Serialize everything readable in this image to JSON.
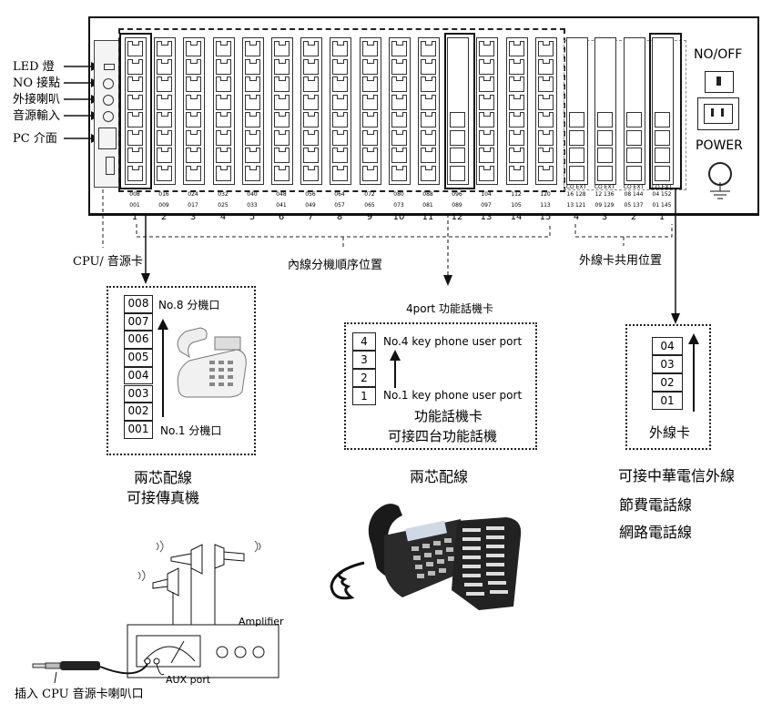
{
  "left_labels": [
    "LED 燈",
    "NO 接點",
    "外接喇叭",
    "音源輸入",
    "PC 介面"
  ],
  "power": {
    "switch_label": "NO/OFF",
    "power_label": "POWER"
  },
  "card_columns": [
    {
      "top": "008",
      "bottom": "001",
      "num": "1"
    },
    {
      "top": "016",
      "bottom": "009",
      "num": "2"
    },
    {
      "top": "024",
      "bottom": "017",
      "num": "3"
    },
    {
      "top": "032",
      "bottom": "025",
      "num": "4"
    },
    {
      "top": "040",
      "bottom": "033",
      "num": "5"
    },
    {
      "top": "048",
      "bottom": "041",
      "num": "6"
    },
    {
      "top": "056",
      "bottom": "049",
      "num": "7"
    },
    {
      "top": "064",
      "bottom": "057",
      "num": "8"
    },
    {
      "top": "072",
      "bottom": "065",
      "num": "9"
    },
    {
      "top": "080",
      "bottom": "073",
      "num": "10"
    },
    {
      "top": "088",
      "bottom": "081",
      "num": "11"
    },
    {
      "top": "096",
      "bottom": "089",
      "num": "12"
    },
    {
      "top": "104",
      "bottom": "097",
      "num": "13"
    },
    {
      "top": "112",
      "bottom": "105",
      "num": "14"
    },
    {
      "top": "120",
      "bottom": "113",
      "num": "15"
    }
  ],
  "ext_columns": [
    {
      "head": "CO EXT",
      "top": "16 128",
      "bottom": "13 121",
      "num": "4"
    },
    {
      "head": "CO EXT",
      "top": "12 136",
      "bottom": "09 129",
      "num": "3"
    },
    {
      "head": "CO EXT",
      "top": "08 144",
      "bottom": "05 137",
      "num": "2"
    },
    {
      "head": "CO EXT",
      "top": "04 152",
      "bottom": "01 145",
      "num": "1"
    }
  ],
  "labels": {
    "cpu": "CPU/ 音源卡",
    "internal_order": "內線分機順序位置",
    "external_shared": "外線卡共用位置",
    "four_port": "4port 功能話機卡"
  },
  "box_left": {
    "ports": [
      "008",
      "007",
      "006",
      "005",
      "004",
      "003",
      "002",
      "001"
    ],
    "top_note": "No.8 分機口",
    "bottom_note": "No.1 分機口"
  },
  "box_mid": {
    "ports": [
      "4",
      "3",
      "2",
      "1"
    ],
    "top_note": "No.4 key phone user port",
    "bottom_note": "No.1 key phone user port",
    "line1": "功能話機卡",
    "line2": "可接四台功能話機"
  },
  "box_right": {
    "ports": [
      "04",
      "03",
      "02",
      "01"
    ],
    "title": "外線卡"
  },
  "captions": {
    "left1": "兩芯配線",
    "left2": "可接傳真機",
    "mid": "兩芯配線",
    "right1": "可接中華電信外線",
    "right2": "節費電話線",
    "right3": "網路電話線"
  },
  "amp": {
    "title": "Amplifier",
    "aux": "AUX port",
    "plug": "插入 CPU 音源卡喇叭口"
  }
}
